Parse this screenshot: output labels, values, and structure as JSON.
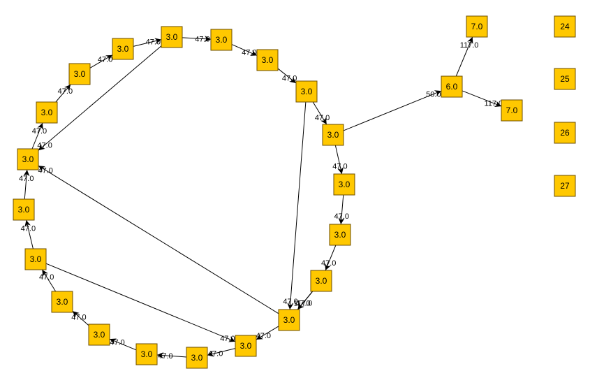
{
  "colors": {
    "node_fill": "#ffc800",
    "node_stroke": "#6b4d00",
    "edge": "#000000",
    "background": "#ffffff"
  },
  "nodes": [
    {
      "id": "n1",
      "label": "3.0"
    },
    {
      "id": "n2",
      "label": "3.0"
    },
    {
      "id": "n3",
      "label": "3.0"
    },
    {
      "id": "n4",
      "label": "3.0"
    },
    {
      "id": "n5",
      "label": "3.0"
    },
    {
      "id": "n6",
      "label": "3.0"
    },
    {
      "id": "n7",
      "label": "3.0"
    },
    {
      "id": "n8",
      "label": "3.0"
    },
    {
      "id": "n9",
      "label": "3.0"
    },
    {
      "id": "n10",
      "label": "3.0"
    },
    {
      "id": "n11",
      "label": "3.0"
    },
    {
      "id": "n12",
      "label": "3.0"
    },
    {
      "id": "n13",
      "label": "3.0"
    },
    {
      "id": "n14",
      "label": "3.0"
    },
    {
      "id": "n15",
      "label": "3.0"
    },
    {
      "id": "n16",
      "label": "3.0"
    },
    {
      "id": "n17",
      "label": "3.0"
    },
    {
      "id": "n18",
      "label": "3.0"
    },
    {
      "id": "n19",
      "label": "3.0"
    },
    {
      "id": "n20",
      "label": "3.0"
    },
    {
      "id": "n21",
      "label": "3.0"
    },
    {
      "id": "n22",
      "label": "3.0"
    },
    {
      "id": "n23",
      "label": "3.0"
    },
    {
      "id": "n24",
      "label": "6.0"
    },
    {
      "id": "n25",
      "label": "7.0"
    },
    {
      "id": "n26",
      "label": "7.0"
    },
    {
      "id": "n27",
      "label": "24"
    },
    {
      "id": "n28",
      "label": "25"
    },
    {
      "id": "n29",
      "label": "26"
    },
    {
      "id": "n30",
      "label": "27"
    }
  ],
  "edges": [
    {
      "from": "n6",
      "to": "n7",
      "label": "47.0"
    },
    {
      "from": "n7",
      "to": "n8",
      "label": "47.0"
    },
    {
      "from": "n8",
      "to": "n9",
      "label": "47.0"
    },
    {
      "from": "n9",
      "to": "n10",
      "label": "47.0"
    },
    {
      "from": "n10",
      "to": "n11",
      "label": "47.0"
    },
    {
      "from": "n11",
      "to": "n12",
      "label": "47.0"
    },
    {
      "from": "n11",
      "to": "n24",
      "label": "50.0"
    },
    {
      "from": "n24",
      "to": "n25",
      "label": "117.0"
    },
    {
      "from": "n24",
      "to": "n26",
      "label": "117.0"
    },
    {
      "from": "n12",
      "to": "n13",
      "label": "47.0"
    },
    {
      "from": "n13",
      "to": "n14",
      "label": "47.0"
    },
    {
      "from": "n14",
      "to": "n15",
      "label": "47.0"
    },
    {
      "from": "n15",
      "to": "n16",
      "label": "47.0"
    },
    {
      "from": "n16",
      "to": "n17",
      "label": "47.0"
    },
    {
      "from": "n17",
      "to": "n18",
      "label": "47.0"
    },
    {
      "from": "n18",
      "to": "n19",
      "label": "47.0"
    },
    {
      "from": "n19",
      "to": "n20",
      "label": "47.0"
    },
    {
      "from": "n20",
      "to": "n21",
      "label": "47.0"
    },
    {
      "from": "n1",
      "to": "n4",
      "label": "47.0"
    },
    {
      "from": "n4",
      "to": "n3",
      "label": "47.0"
    },
    {
      "from": "n3",
      "to": "n5",
      "label": "47.0"
    },
    {
      "from": "n5",
      "to": "n6",
      "label": "47.0"
    },
    {
      "from": "n2",
      "to": "n1",
      "label": "47.0"
    },
    {
      "from": "n1",
      "to": "n22",
      "label": "47.0"
    },
    {
      "from": "n22",
      "to": "n23",
      "label": "47.0"
    },
    {
      "from": "n23",
      "to": "n18",
      "label": "47.0"
    },
    {
      "from": "n6",
      "to": "n2",
      "label": "47.0"
    },
    {
      "from": "n10",
      "to": "n16",
      "label": "47.0"
    },
    {
      "from": "n16",
      "to": "n2",
      "label": "47.0"
    }
  ]
}
